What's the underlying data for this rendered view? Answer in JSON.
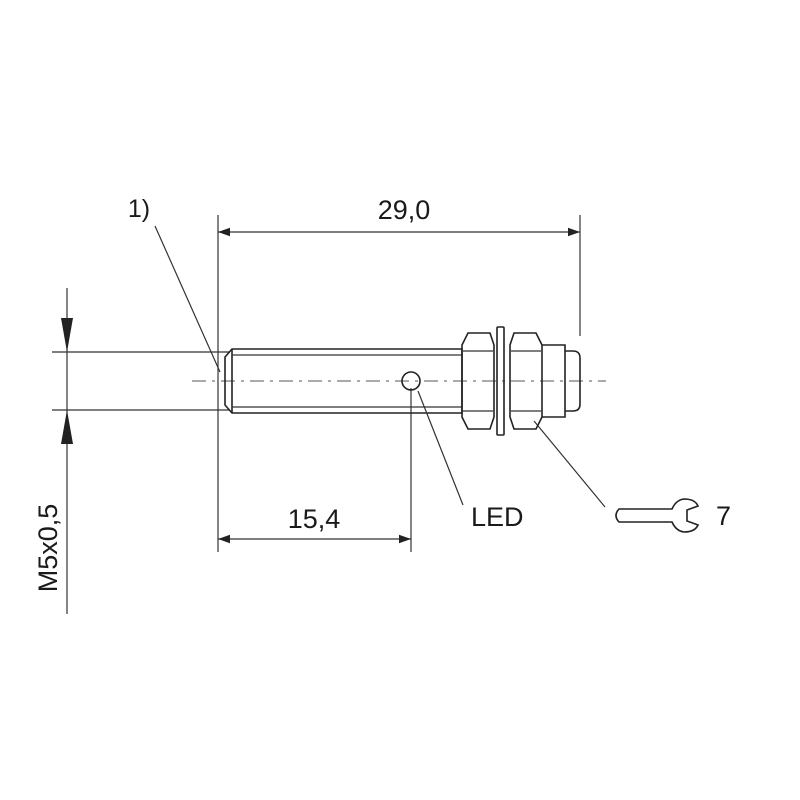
{
  "dimensions": {
    "overall_length": "29,0",
    "led_distance": "15,4",
    "thread": "M5x0,5",
    "wrench_size": "7"
  },
  "labels": {
    "note_ref": "1)",
    "led": "LED"
  }
}
